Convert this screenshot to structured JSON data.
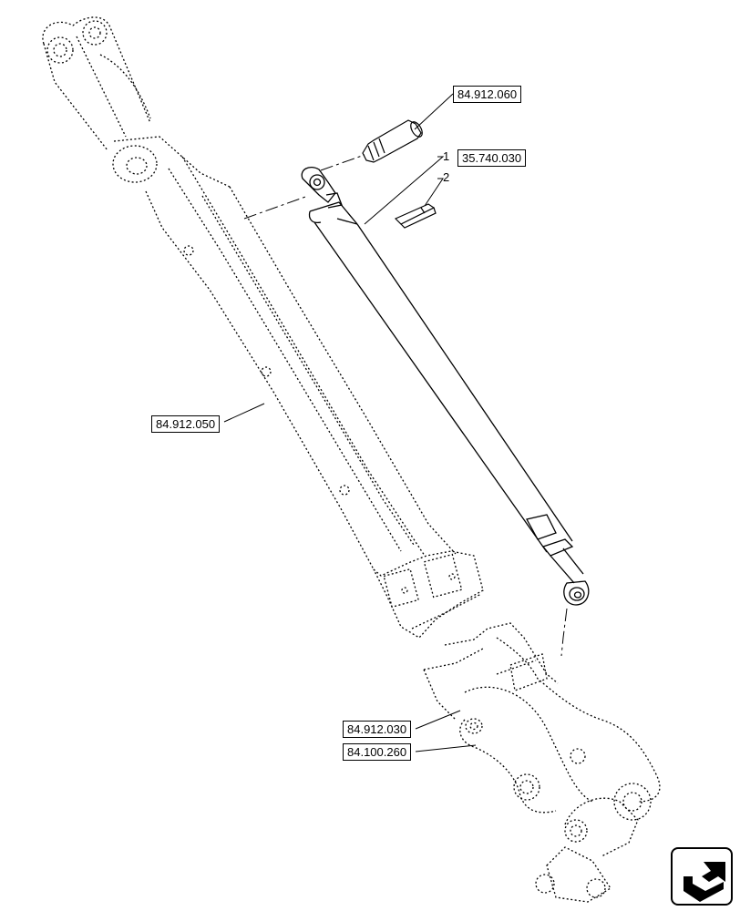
{
  "diagram": {
    "callouts": {
      "ref_84_912_060": "84.912.060",
      "ref_35_740_030": "35.740.030",
      "ref_84_912_050": "84.912.050",
      "ref_84_912_030": "84.912.030",
      "ref_84_100_260": "84.100.260"
    },
    "item_numbers": {
      "item_1": "1",
      "item_2": "2"
    },
    "nav": {
      "icon": "return-arrow-icon"
    },
    "colors": {
      "line": "#000000",
      "background": "#ffffff"
    }
  }
}
